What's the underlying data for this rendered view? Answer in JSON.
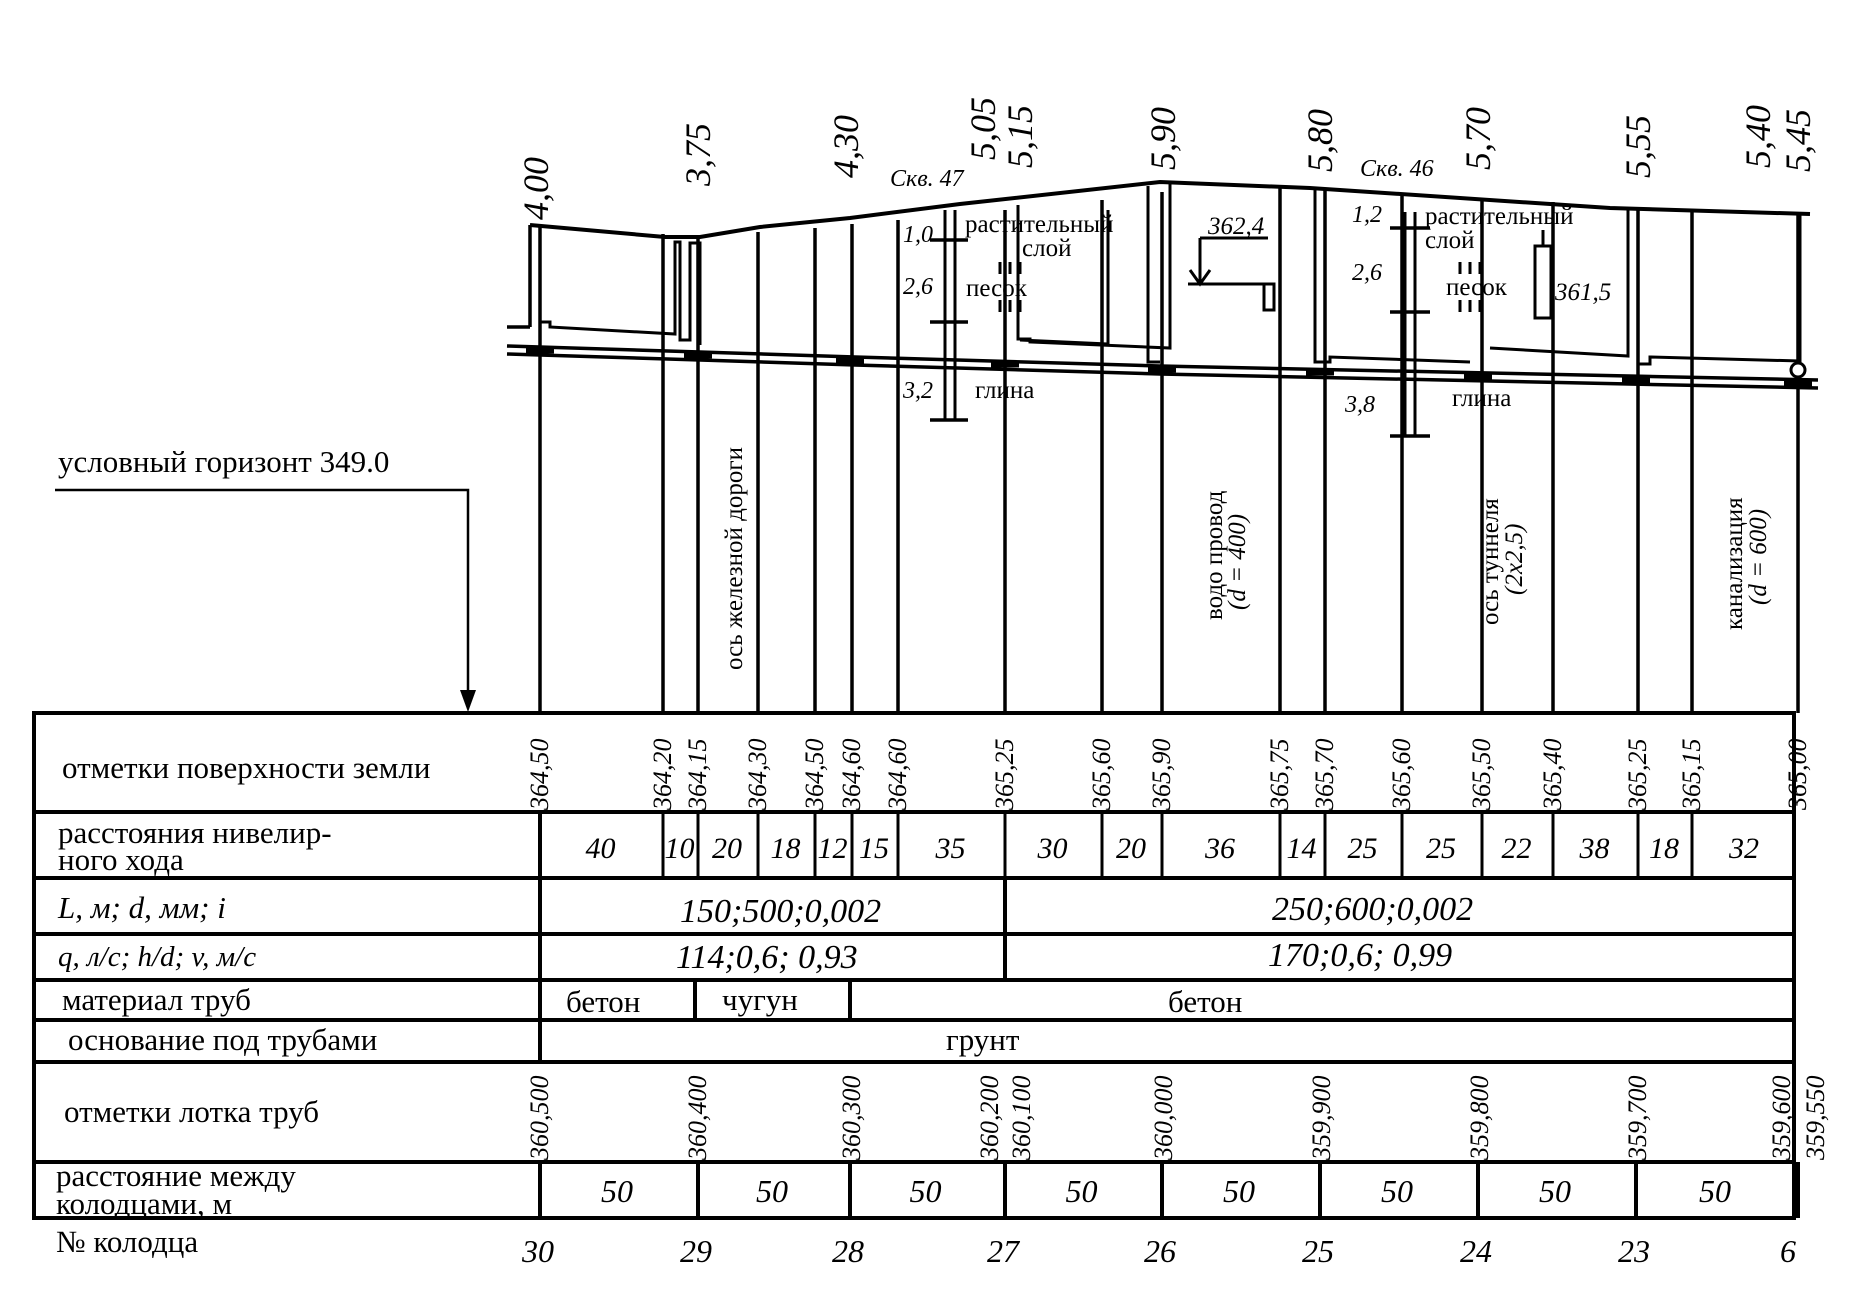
{
  "horizon_label": "условный горизонт  349.0",
  "depths": [
    "4,00",
    "3,75",
    "4,30",
    "5,05",
    "5,15",
    "5,90",
    "5,80",
    "5,70",
    "5,55",
    "5,40",
    "5,45"
  ],
  "boreholes": {
    "b47": {
      "name": "Скв. 47",
      "d1": "1,0",
      "d2": "2,6",
      "d3": "3,2"
    },
    "b46": {
      "name": "Скв. 46",
      "d1": "1,2",
      "d2": "2,6",
      "d3": "3,8"
    }
  },
  "soils": {
    "veg1": "растительный",
    "veg2": "слой",
    "sand": "песок",
    "clay": "глина"
  },
  "water_levels": [
    "362,4",
    "361,5"
  ],
  "crossings": {
    "railway": "ось железной дороги",
    "water1": "водо провод",
    "water2": "(d = 400)",
    "tunnel1": "ось туннеля",
    "tunnel2": "(2х2,5)",
    "sewer1": "канализация",
    "sewer2": "(d = 600)"
  },
  "rows": {
    "ground": "отметки поверхности земли",
    "dist1": "расстояния нивелир-",
    "dist2": "ного хода",
    "ldi": "L, м;    d, мм;    i",
    "qhv": "q, л/с;     h/d;    v, м/с",
    "material": "материал труб",
    "base": "основание под трубами",
    "tray": "отметки лотка труб",
    "well_dist1": "расстояние между",
    "well_dist2": "колодцами, м",
    "well_no": "№ колодца"
  },
  "ground_marks": [
    "364,50",
    "364,20",
    "364,15",
    "364,30",
    "364,50",
    "364,60",
    "364,60",
    "365,25",
    "365,60",
    "365,90",
    "365,75",
    "365,70",
    "365,60",
    "365,50",
    "365,40",
    "365,25",
    "365,15",
    "365,00"
  ],
  "level_distances": [
    "40",
    "10",
    "20",
    "18",
    "12",
    "15",
    "35",
    "30",
    "20",
    "36",
    "14",
    "25",
    "25",
    "22",
    "38",
    "18",
    "32"
  ],
  "ldi_values": [
    "150;500;0,002",
    "250;600;0,002"
  ],
  "qhv_values": [
    "114;0,6; 0,93",
    "170;0,6;  0,99"
  ],
  "materials": [
    "бетон",
    "чугун",
    "бетон"
  ],
  "base_value": "грунт",
  "tray_marks": [
    "360,500",
    "360,400",
    "360,300",
    "360,200",
    "360,100",
    "360,000",
    "359,900",
    "359,800",
    "359,700",
    "359,600",
    "359,550"
  ],
  "well_distances": [
    "50",
    "50",
    "50",
    "50",
    "50",
    "50",
    "50",
    "50"
  ],
  "well_numbers": [
    "30",
    "29",
    "28",
    "27",
    "26",
    "25",
    "24",
    "23",
    "6"
  ]
}
